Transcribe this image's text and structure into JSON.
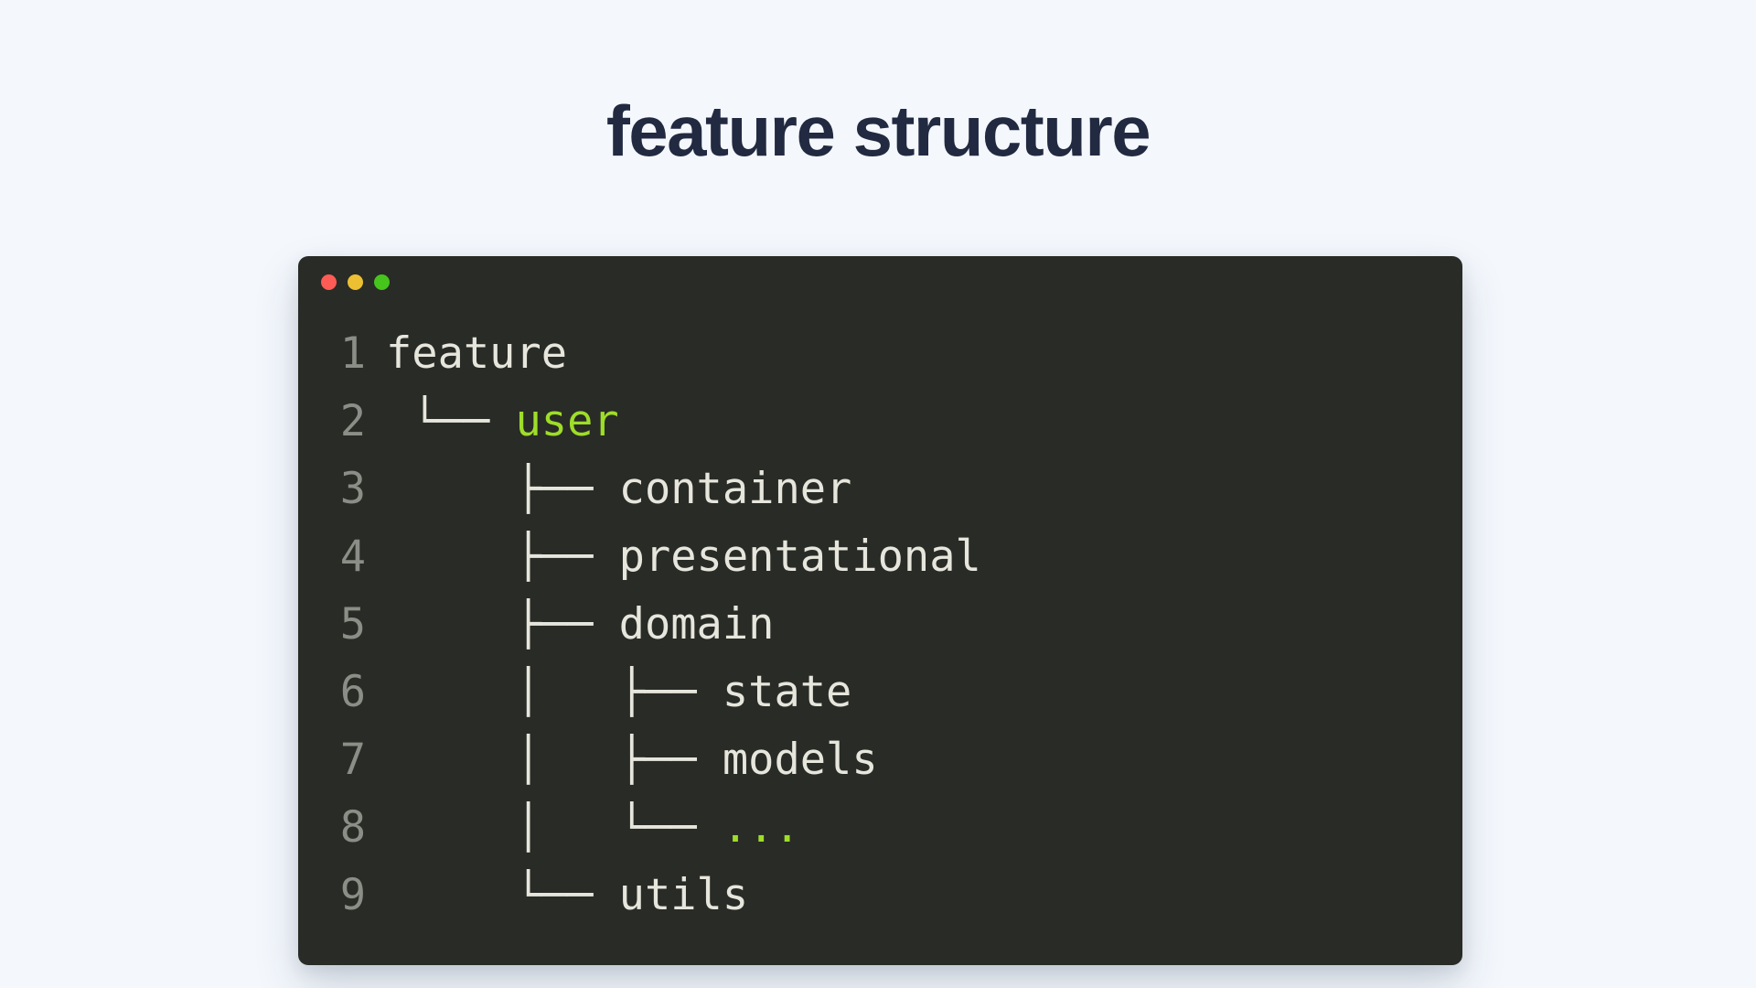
{
  "page": {
    "title": "feature structure",
    "background_color": "#f4f8fd",
    "title_color": "#222a41"
  },
  "terminal": {
    "background_color": "#292b26",
    "text_color": "#e6e6dd",
    "line_number_color": "#8b8e86",
    "accent_color": "#9edd29",
    "traffic_lights": [
      {
        "name": "close",
        "color": "#fc5c55"
      },
      {
        "name": "minimize",
        "color": "#ecc032"
      },
      {
        "name": "maximize",
        "color": "#46c51c"
      }
    ],
    "lines": [
      {
        "number": "1",
        "tree": "",
        "label": "feature",
        "accent": false
      },
      {
        "number": "2",
        "tree": " └── ",
        "label": "user",
        "accent": true
      },
      {
        "number": "3",
        "tree": "     ├── ",
        "label": "container",
        "accent": false
      },
      {
        "number": "4",
        "tree": "     ├── ",
        "label": "presentational",
        "accent": false
      },
      {
        "number": "5",
        "tree": "     ├── ",
        "label": "domain",
        "accent": false
      },
      {
        "number": "6",
        "tree": "     │   ├── ",
        "label": "state",
        "accent": false
      },
      {
        "number": "7",
        "tree": "     │   ├── ",
        "label": "models",
        "accent": false
      },
      {
        "number": "8",
        "tree": "     │   └── ",
        "label": "...",
        "accent": true
      },
      {
        "number": "9",
        "tree": "     └── ",
        "label": "utils",
        "accent": false
      }
    ]
  }
}
